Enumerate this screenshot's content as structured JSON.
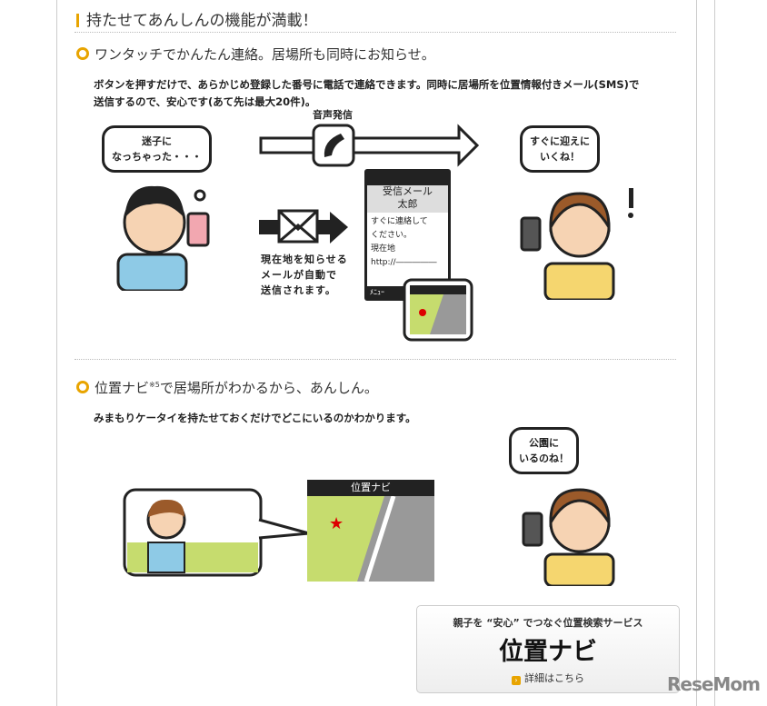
{
  "heading": "持たせてあんしんの機能が満載！",
  "section1": {
    "title": "ワンタッチでかんたん連絡。居場所も同時にお知らせ。",
    "body_line1": "ボタンを押すだけで、あらかじめ登録した番号に電話で連絡できます。同時に居場所を位置情報付きメール(SMS)で",
    "body_line2": "送信するので、安心です(あて先は最大20件)。",
    "voice_label": "音声発信",
    "child_bubble_1": "迷子に",
    "child_bubble_2": "なっちゃった・・・",
    "mother_bubble_1": "すぐに迎えに",
    "mother_bubble_2": "いくね！",
    "mail_caption_1": "現在地を知らせる",
    "mail_caption_2": "メールが自動で",
    "mail_caption_3": "送信されます。",
    "phone": {
      "header_1": "受信メール",
      "header_2": "太郎",
      "line1": "すぐに連絡して",
      "line2": "ください。",
      "line3": "現在地",
      "line4": "http://―――――",
      "menu": "ﾒﾆｭｰ"
    }
  },
  "section2": {
    "title": "位置ナビ",
    "title_note": "※5",
    "title_rest": "で居場所がわかるから、あんしん。",
    "body": "みまもりケータイを持たせておくだけでどこにいるのかわかります。",
    "map_title": "位置ナビ",
    "mother_bubble_1": "公園に",
    "mother_bubble_2": "いるのね！"
  },
  "cta": {
    "subtitle": "親子を “安心” でつなぐ位置検索サービス",
    "title": "位置ナビ",
    "link": "詳細はこちら"
  },
  "watermark": "ReseMom"
}
